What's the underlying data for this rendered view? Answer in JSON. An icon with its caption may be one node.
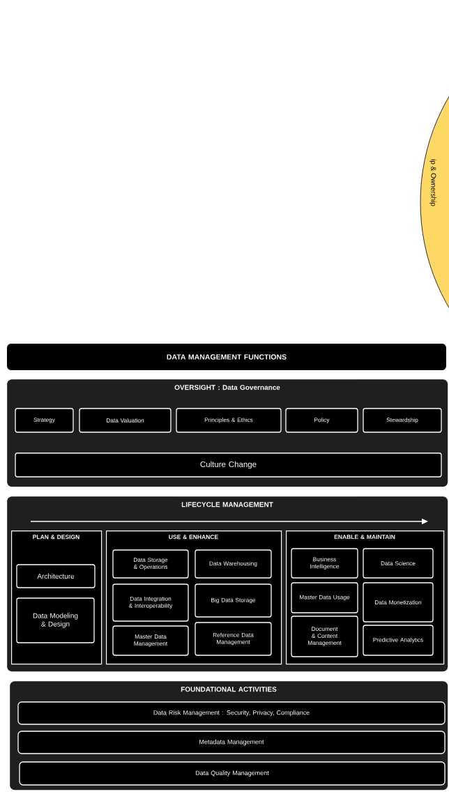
{
  "diagram": {
    "nodes": [
      {
        "text": [
          "DATA MANAGEMENT FUNCTIONS"
        ]
      },
      {
        "text": [
          "OVERSIGHT : Data Governance"
        ]
      },
      {
        "text": [
          "Strategy"
        ],
        "in": 1
      },
      {
        "text": [
          "Data Valuation"
        ],
        "in": 1
      },
      {
        "text": [
          "Principles & Ethics"
        ],
        "in": 1
      },
      {
        "text": [
          "Policy"
        ],
        "in": 1
      },
      {
        "text": [
          "Stewardship"
        ],
        "in": 1
      },
      {
        "text": [
          "Culture Change"
        ],
        "in": 1
      },
      {
        "text": [
          "LIFECYCLE MANAGEMENT"
        ]
      },
      {
        "text": [
          "PLAN & DESIGN"
        ],
        "in": 8
      },
      {
        "text": [
          "Architecture"
        ],
        "in": 9
      },
      {
        "text": [
          "Data Modeling & Design"
        ],
        "in": 9
      },
      {
        "text": [
          "USE & ENHANCE"
        ],
        "in": 8
      },
      {
        "text": [
          "Data Storage & Operations"
        ],
        "in": 12
      },
      {
        "text": [
          "Data Warehousing"
        ],
        "in": 12
      },
      {
        "text": [
          "Data Integration & Interoperability"
        ],
        "in": 12
      },
      {
        "text": [
          "Big Data Storage"
        ],
        "in": 12
      },
      {
        "text": [
          "Master Data Management"
        ],
        "in": 12
      },
      {
        "text": [
          "Reference Data Management"
        ],
        "in": 12
      },
      {
        "text": [
          "ENABLE & MAINTAIN"
        ],
        "in": 8
      },
      {
        "text": [
          "Business Intelligence"
        ],
        "in": 19
      },
      {
        "text": [
          "Data Science"
        ],
        "in": 19
      },
      {
        "text": [
          "Master Data Usage"
        ],
        "in": 19
      },
      {
        "text": [
          "Data Monetization"
        ],
        "in": 19
      },
      {
        "text": [
          "Document & Content Management"
        ],
        "in": 19
      },
      {
        "text": [
          "Predictive Analytics"
        ],
        "in": 19
      },
      {
        "text": [
          "FOUNDATIONAL ACTIVITIES"
        ]
      },
      {
        "text": [
          "Data Risk Management : Security, Privacy, Compliance"
        ],
        "in": 26
      },
      {
        "text": [
          "Metadata Management"
        ],
        "in": 26
      },
      {
        "text": [
          "Data Quality Management"
        ],
        "in": 26
      },
      {
        "text": [
          "ip & Ownership"
        ]
      }
    ]
  }
}
